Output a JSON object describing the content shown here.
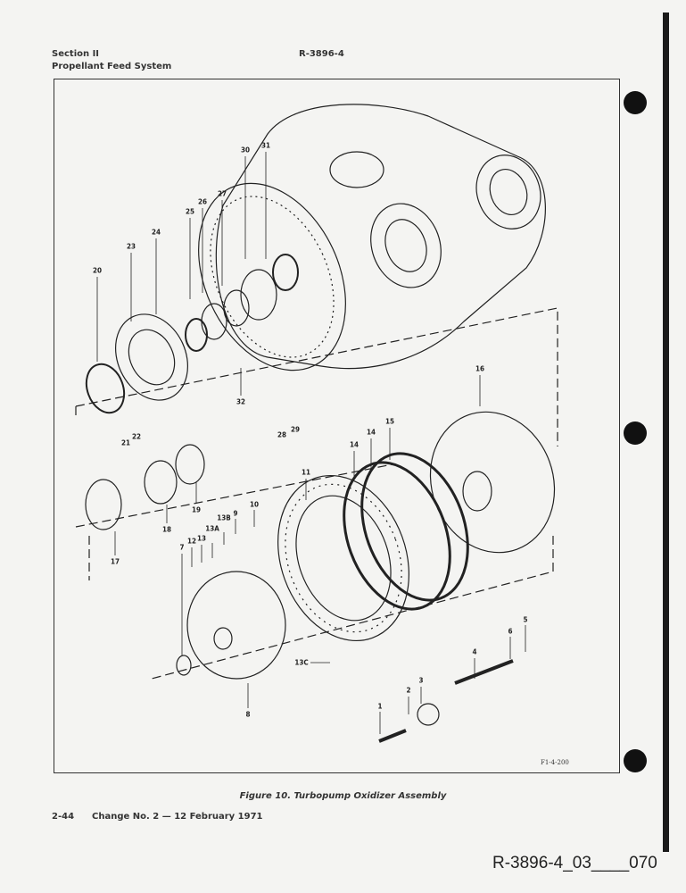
{
  "header": {
    "section": "Section II",
    "subtitle": "Propellant Feed System",
    "doc_number": "R-3896-4"
  },
  "figure": {
    "caption": "Figure 10. Turbopump Oxidizer Assembly",
    "code": "F1-4-200",
    "callouts": [
      "1",
      "2",
      "3",
      "4",
      "5",
      "6",
      "7",
      "8",
      "9",
      "10",
      "11",
      "12",
      "13",
      "13A",
      "13B",
      "13C",
      "14",
      "14",
      "15",
      "16",
      "17",
      "18",
      "19",
      "20",
      "21",
      "22",
      "23",
      "24",
      "25",
      "26",
      "27",
      "28",
      "29",
      "30",
      "31",
      "32"
    ]
  },
  "footer": {
    "page": "2-44",
    "change": "Change No. 2 — 12 February 1971",
    "stamp": "R-3896-4_03____070"
  }
}
